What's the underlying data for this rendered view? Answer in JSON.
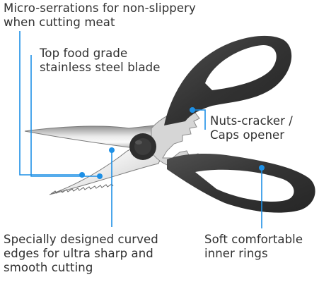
{
  "callouts": {
    "micro_serrations": {
      "line1": "Micro-serrations for non-slippery",
      "line2": "when cutting meat"
    },
    "blade": {
      "line1": "Top food grade",
      "line2": "stainless steel blade"
    },
    "nuts_cracker": {
      "line1": "Nuts-cracker /",
      "line2": "Caps opener"
    },
    "curved_edges": {
      "line1": "Specially designed curved",
      "line2": "edges for ultra sharp and",
      "line3": "smooth cutting"
    },
    "inner_rings": {
      "line1": "Soft comfortable",
      "line2": "inner rings"
    }
  },
  "colors": {
    "callout_accent": "#1e90e6",
    "handle": "#3a3a3a",
    "blade_light": "#f2f2f2",
    "blade_dark": "#8a8a8a",
    "text": "#303030"
  },
  "icons": {
    "product": "kitchen-scissors-illustration"
  }
}
